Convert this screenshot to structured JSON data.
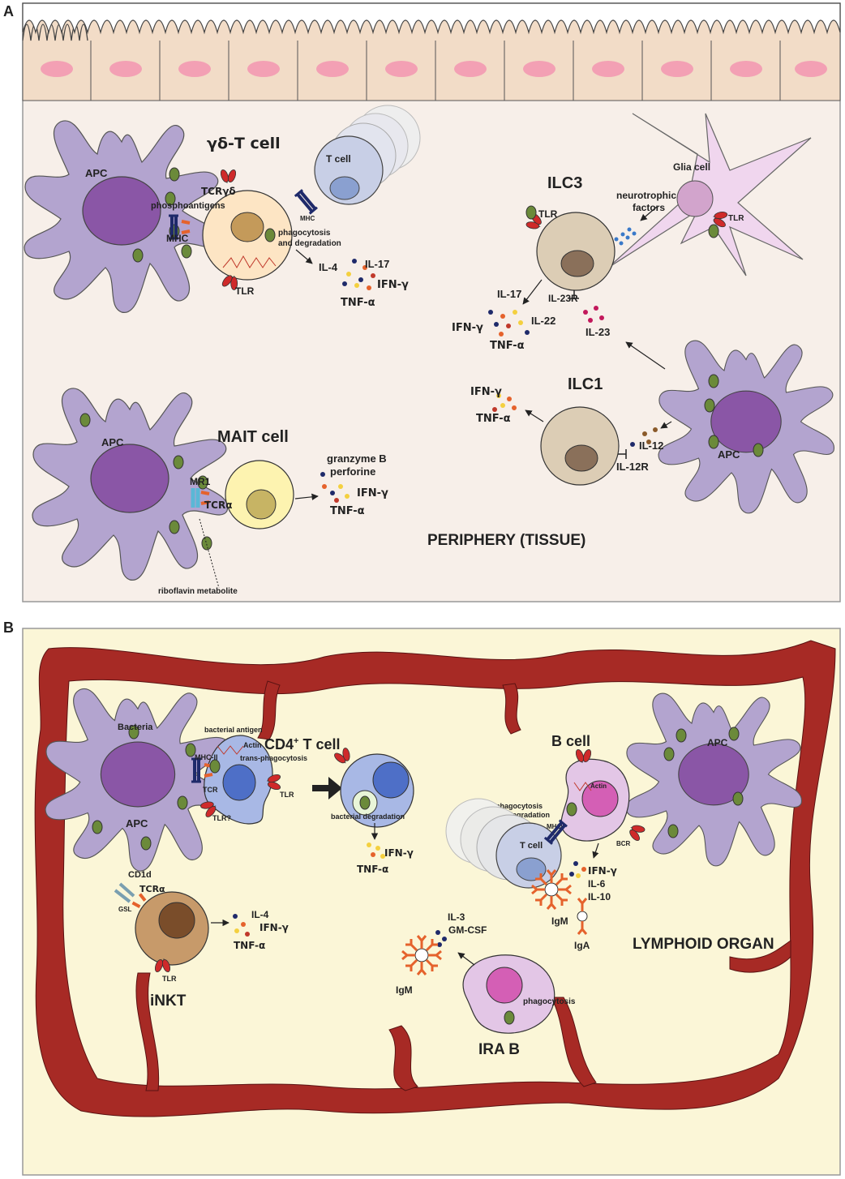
{
  "panel_a": {
    "letter": "A",
    "title": "PERIPHERY (TISSUE)",
    "gd_t_cell": {
      "title": "γδ-T cell",
      "apc": "APC",
      "phosphoantigens": "phosphoantigens",
      "tcr_gd": "TCRγδ",
      "mhc": "MHC",
      "tlr": "TLR",
      "t_cell": "T cell",
      "mhc_small": "MHC",
      "phago_line1": "phagocytosis",
      "phago_line2": "and degradation",
      "il4": "IL-4",
      "il17": "IL-17",
      "ifng": "IFN-γ",
      "tnfa": "TNF-α"
    },
    "ilc3": {
      "title": "ILC3",
      "tlr": "TLR",
      "neuro_line1": "neurotrophic",
      "neuro_line2": "factors",
      "glia": "Glia cell",
      "glia_tlr": "TLR",
      "il17": "IL-17",
      "il23r": "IL-23R",
      "ifng": "IFN-γ",
      "il22": "IL-22",
      "tnfa": "TNF-α",
      "il23": "IL-23"
    },
    "ilc1": {
      "title": "ILC1",
      "ifng": "IFN-γ",
      "tnfa": "TNF-α",
      "il12": "IL-12",
      "il12r": "IL-12R",
      "apc": "APC"
    },
    "mait": {
      "title": "MAIT cell",
      "apc": "APC",
      "mr1": "MR1",
      "tcra": "TCRα",
      "granzyme": "granzyme B",
      "perforine": "perforine",
      "ifng": "IFN-γ",
      "tnfa": "TNF-α",
      "riboflavin": "riboflavin metabolite"
    }
  },
  "panel_b": {
    "letter": "B",
    "title": "LYMPHOID ORGAN",
    "cd4": {
      "title": "CD4",
      "sup": "+",
      "title_rest": " T cell",
      "bacteria": "Bacteria",
      "apc": "APC",
      "bact_antigen": "bacterial antigen",
      "actin": "Actin",
      "mhc2": "MHC-II",
      "trans": "trans-phagocytosis",
      "tcr": "TCR",
      "tlr_q": "TLR?",
      "tlr": "TLR",
      "degradation": "bacterial degradation",
      "ifng": "IFN-γ",
      "tnfa": "TNF-α"
    },
    "inkt": {
      "title": "iNKT",
      "cd1d": "CD1d",
      "tcra": "TCRα",
      "gsl": "GSL",
      "tlr": "TLR",
      "il4": "IL-4",
      "ifng": "IFN-γ",
      "tnfa": "TNF-α"
    },
    "b_cell": {
      "title": "B cell",
      "apc": "APC",
      "actin": "Actin",
      "phago_line1": "phagocytosis",
      "phago_line2": "and degradation",
      "mhc": "MHC",
      "t_cell": "T cell",
      "bcr": "BCR",
      "ifng": "IFN-γ",
      "il6": "IL-6",
      "il10": "IL-10",
      "igm": "IgM",
      "iga": "IgA"
    },
    "ira_b": {
      "title": "IRA B",
      "il3": "IL-3",
      "gmcsf": "GM-CSF",
      "igm": "IgM",
      "phagocytosis": "phagocytosis"
    }
  },
  "colors": {
    "apc": "#b3a4cf",
    "apc_nucleus": "#8a56a6",
    "epithelium": "#f2dcc7",
    "tissue_bg": "#f7efe9",
    "lymph_bg": "#fbf6d7",
    "vessel": "#a72a25",
    "tlr_red": "#cf2a2a",
    "bacteria_green": "#6b8a3a"
  }
}
